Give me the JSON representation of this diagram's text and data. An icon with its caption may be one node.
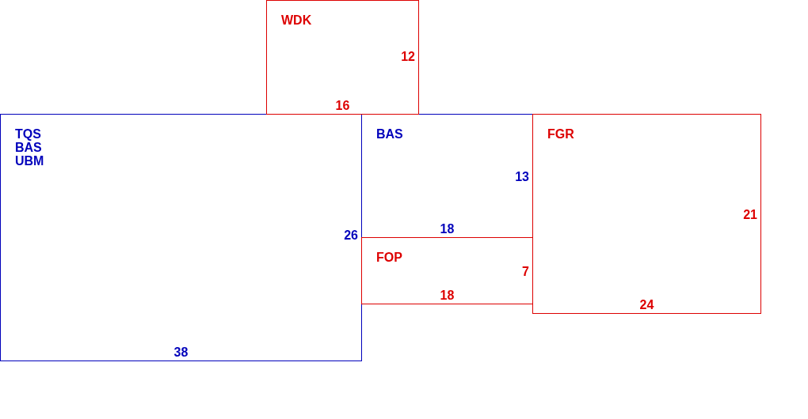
{
  "diagram": {
    "nodes": [
      {
        "text": [
          "WDK",
          "12",
          "16"
        ]
      },
      {
        "text": [
          "TQS BAS UBM",
          "26",
          "38"
        ]
      },
      {
        "text": [
          "BAS",
          "13",
          "18"
        ]
      },
      {
        "text": [
          "FOP",
          "7",
          "18"
        ]
      },
      {
        "text": [
          "FGR",
          "21",
          "24"
        ]
      }
    ]
  }
}
